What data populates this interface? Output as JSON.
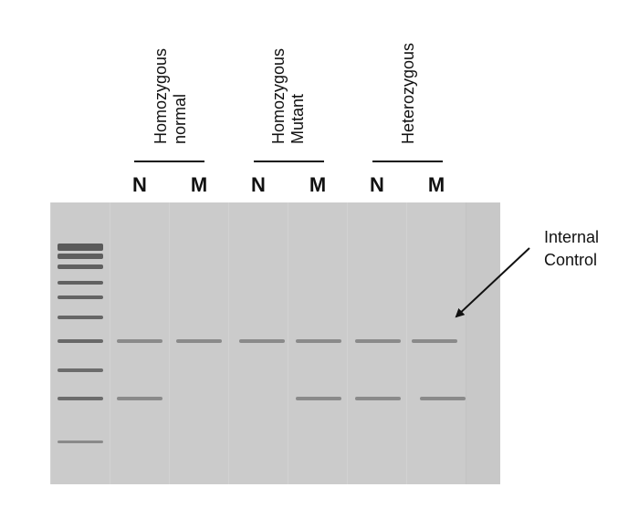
{
  "groups": [
    {
      "line1": "Homozygous",
      "line2": "normal"
    },
    {
      "line1": "Homozygous",
      "line2": "Mutant"
    },
    {
      "line1": "Heterozygous",
      "line2": ""
    }
  ],
  "lanes": [
    {
      "label": "N"
    },
    {
      "label": "M"
    },
    {
      "label": "N"
    },
    {
      "label": "M"
    },
    {
      "label": "N"
    },
    {
      "label": "M"
    }
  ],
  "annotation": {
    "line1": "Internal",
    "line2": "Control"
  },
  "colors": {
    "gel": "#c8c8c8",
    "ladder_band": "#5a5a5a",
    "sample_band": "#8a8a8a",
    "text": "#111111"
  }
}
